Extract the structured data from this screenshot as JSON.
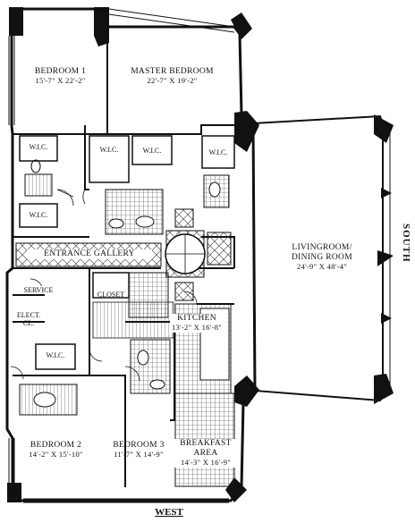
{
  "rooms": {
    "bedroom1": {
      "name": "BEDROOM 1",
      "dim": "15'-7\" X 22'-2\""
    },
    "master": {
      "name": "MASTER BEDROOM",
      "dim": "22'-7\" X 19'-2\""
    },
    "living": {
      "name": "LIVINGROOM/",
      "name2": "DINING ROOM",
      "dim": "24'-9\" X 48'-4\""
    },
    "bedroom2": {
      "name": "BEDROOM 2",
      "dim": "14'-2\" X 15'-10\""
    },
    "bedroom3": {
      "name": "BEDROOM 3",
      "dim": "11'-7\" X 14'-9\""
    },
    "kitchen": {
      "name": "KITCHEN",
      "dim": "13'-2\" X 16'-8\""
    },
    "breakfast": {
      "name": "BREAKFAST AREA",
      "dim": "14'-3\" X 16'-9\""
    }
  },
  "labels": {
    "wic": "W.I.C.",
    "entrance": "ENTRANCE GALLERY",
    "service": "SERVICE",
    "closet": "CLOSET",
    "elect": "ELECT.",
    "elect2": "CL."
  },
  "compass": {
    "west": "WEST",
    "south": "SOUTH"
  }
}
